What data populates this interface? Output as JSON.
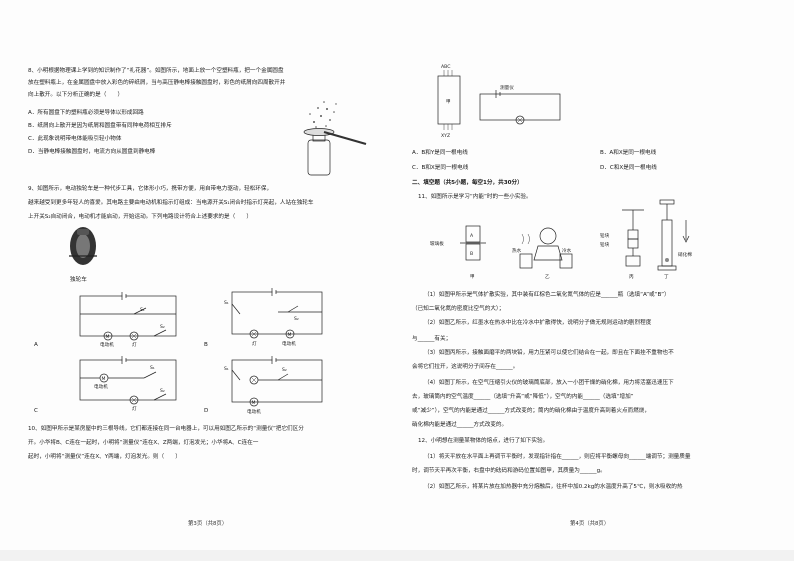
{
  "left": {
    "q8": {
      "stem": [
        "8、小明根据物理课上学到的知识制作了“礼花器”。如图所示，地面上放一个空塑料瓶，把一个金属圆盘",
        "放在塑料瓶上，在金属圆盘中放入彩色的碎纸屑，当与高压静电棒接触圆盘时，彩色的纸屑向四周散开并",
        "向上散开。以下分析正确的是（　　）"
      ],
      "options": [
        "A．所有圆盘下的塑料瓶必须是导体以形成回路",
        "B．纸屑向上散开是因为纸屑和圆盘带有同种电荷相互排斥",
        "C．此现象说明带电体能吸引轻小物体",
        "D．当静电棒接触圆盘时，电流方向从圆盘到静电棒"
      ]
    },
    "q9": {
      "stem": [
        "9、如图所示，电动独轮车是一种代步工具，它体形小巧，携带方便，用自带电力驱动，轻松环保，",
        "越来越受到更多年轻人的喜爱。其电路主要由电动机和指示灯组成：当电源开关S₁闭合时指示灯亮起，人站在独轮车",
        "上开关S₂自动闭合，电动机才能启动，开始运动。下列电路设计符合上述要求的是（　　）"
      ],
      "image_caption": "独轮车",
      "option_letters": [
        "A",
        "B",
        "C",
        "D"
      ],
      "labels": {
        "motor": "电动机",
        "lamp": "灯",
        "s1": "S₁",
        "s2": "S₂"
      }
    },
    "q10": {
      "stem": [
        "10、如图甲所示是某房屋中的三根导线，它们都连接在同一台电器上，可以用如图乙所示的“测量仪”把它们区分",
        "开。小华将B、C连在一起时，小明将“测量仪”连在X、Z两端，灯泡发光；小华将A、C连在一",
        "起时，小明将“测量仪”连在X、Y两端，灯泡发光。则（　　）"
      ]
    },
    "footer": "第3页（共8页）"
  },
  "right": {
    "q10_figure": {
      "top_label": "ABC",
      "bottom_label": "XYZ",
      "box_label": "甲",
      "meter_label": "测量仪"
    },
    "q10_options": [
      "A．B和Y是同一根电线",
      "B．A和X是同一根电线",
      "C．B和X是同一根电线",
      "D．C和X是同一根电线"
    ],
    "section2": "二、填空题（共5小题，每空1分，共30分）",
    "q11": {
      "stem": "11、如图所示是学习“内能”时的一些小实验。",
      "figure_labels": {
        "glass": "玻璃板",
        "hot": "热水",
        "cold": "冷水",
        "lead1": "铅块",
        "lead2": "铅块",
        "cotton": "硝化棉",
        "jia": "甲",
        "yi": "乙",
        "bing": "丙",
        "ding": "丁",
        "a": "A",
        "b": "B"
      },
      "lines": [
        "（1）如图甲所示是气体扩散实验，其中装有红棕色二氧化氮气体的应是______瓶（选填“A”或“B”）",
        "（已知二氧化氮的密度比空气的大）；",
        "（2）如图乙所示，红墨水在热水中比在冷水中扩散得快，说明分子做无规则运动的剧烈程度",
        "与______有关；",
        "（3）如图丙所示，接触面磨平的两块铅，用力压紧可以使它们结合在一起，即且在下面挂不重物也不",
        "会将它们拉开，这说明分子间存在______。",
        "（4）如图丁所示，在空气压缩引火仪的玻璃筒底部，放入一小团干燥的硝化棉，用力将活塞迅速压下",
        "去，玻璃筒内的空气温度______（选填“升高”或“降低”），空气的内能______（选填“增加”",
        "或“减少”），空气的内能是通过______方式改变的；筒内的硝化棉由于温度升高到着火点而燃烧，",
        "硝化棉内能是通过______方式改变的。"
      ]
    },
    "q12": {
      "stem": "12、小明想在测量某物体的熔点，进行了如下实验。",
      "lines": [
        "（1）将天平放在水平面上再调节平衡时，发现指针指在______，则应将平衡螺母向______端调节；测量质量",
        "时，调节天平再次平衡，右盘中的砝码和游码位置如图甲，其质量为______g。",
        "（2）如图乙所示，将某片放在加热器中充分熔融后，往杯中加0.2kg的水温度升高了5℃，则水吸收的热"
      ]
    },
    "footer": "第4页（共8页）"
  }
}
